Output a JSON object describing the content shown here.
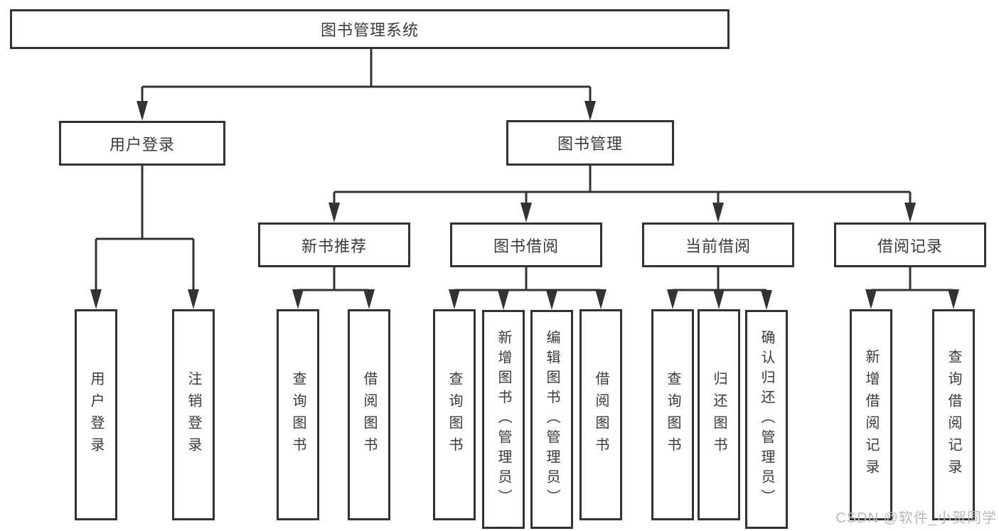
{
  "root": {
    "label": "图书管理系统"
  },
  "branches": [
    {
      "label": "用户登录",
      "children": [
        {
          "label": "用户登录"
        },
        {
          "label": "注销登录"
        }
      ]
    },
    {
      "label": "图书管理",
      "children": [
        {
          "label": "新书推荐",
          "children": [
            {
              "label": "查询图书"
            },
            {
              "label": "借阅图书"
            }
          ]
        },
        {
          "label": "图书借阅",
          "children": [
            {
              "label": "查询图书"
            },
            {
              "label": "新增图书（管理员）"
            },
            {
              "label": "编辑图书（管理员）"
            },
            {
              "label": "借阅图书"
            }
          ]
        },
        {
          "label": "当前借阅",
          "children": [
            {
              "label": "查询图书"
            },
            {
              "label": "归还图书"
            },
            {
              "label": "确认归还（管理员）"
            }
          ]
        },
        {
          "label": "借阅记录",
          "children": [
            {
              "label": "新增借阅记录"
            },
            {
              "label": "查询借阅记录"
            }
          ]
        }
      ]
    }
  ],
  "watermark": {
    "text": "CSDN @软件_小贺同学"
  },
  "colors": {
    "line": "#333333",
    "text": "#3a3a3a",
    "watermark": "#b9b9bb"
  }
}
